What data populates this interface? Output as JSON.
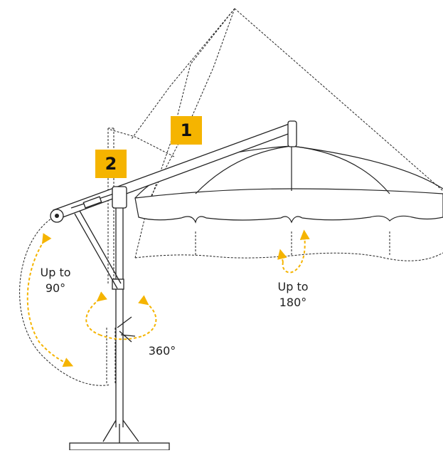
{
  "badges": {
    "one": "1",
    "two": "2"
  },
  "labels": {
    "tilt_line1": "Up to",
    "tilt_line2": "90°",
    "rotate": "360°",
    "canopy_line1": "Up to",
    "canopy_line2": "180°"
  },
  "colors": {
    "accent": "#f5b400",
    "line": "#222222"
  }
}
